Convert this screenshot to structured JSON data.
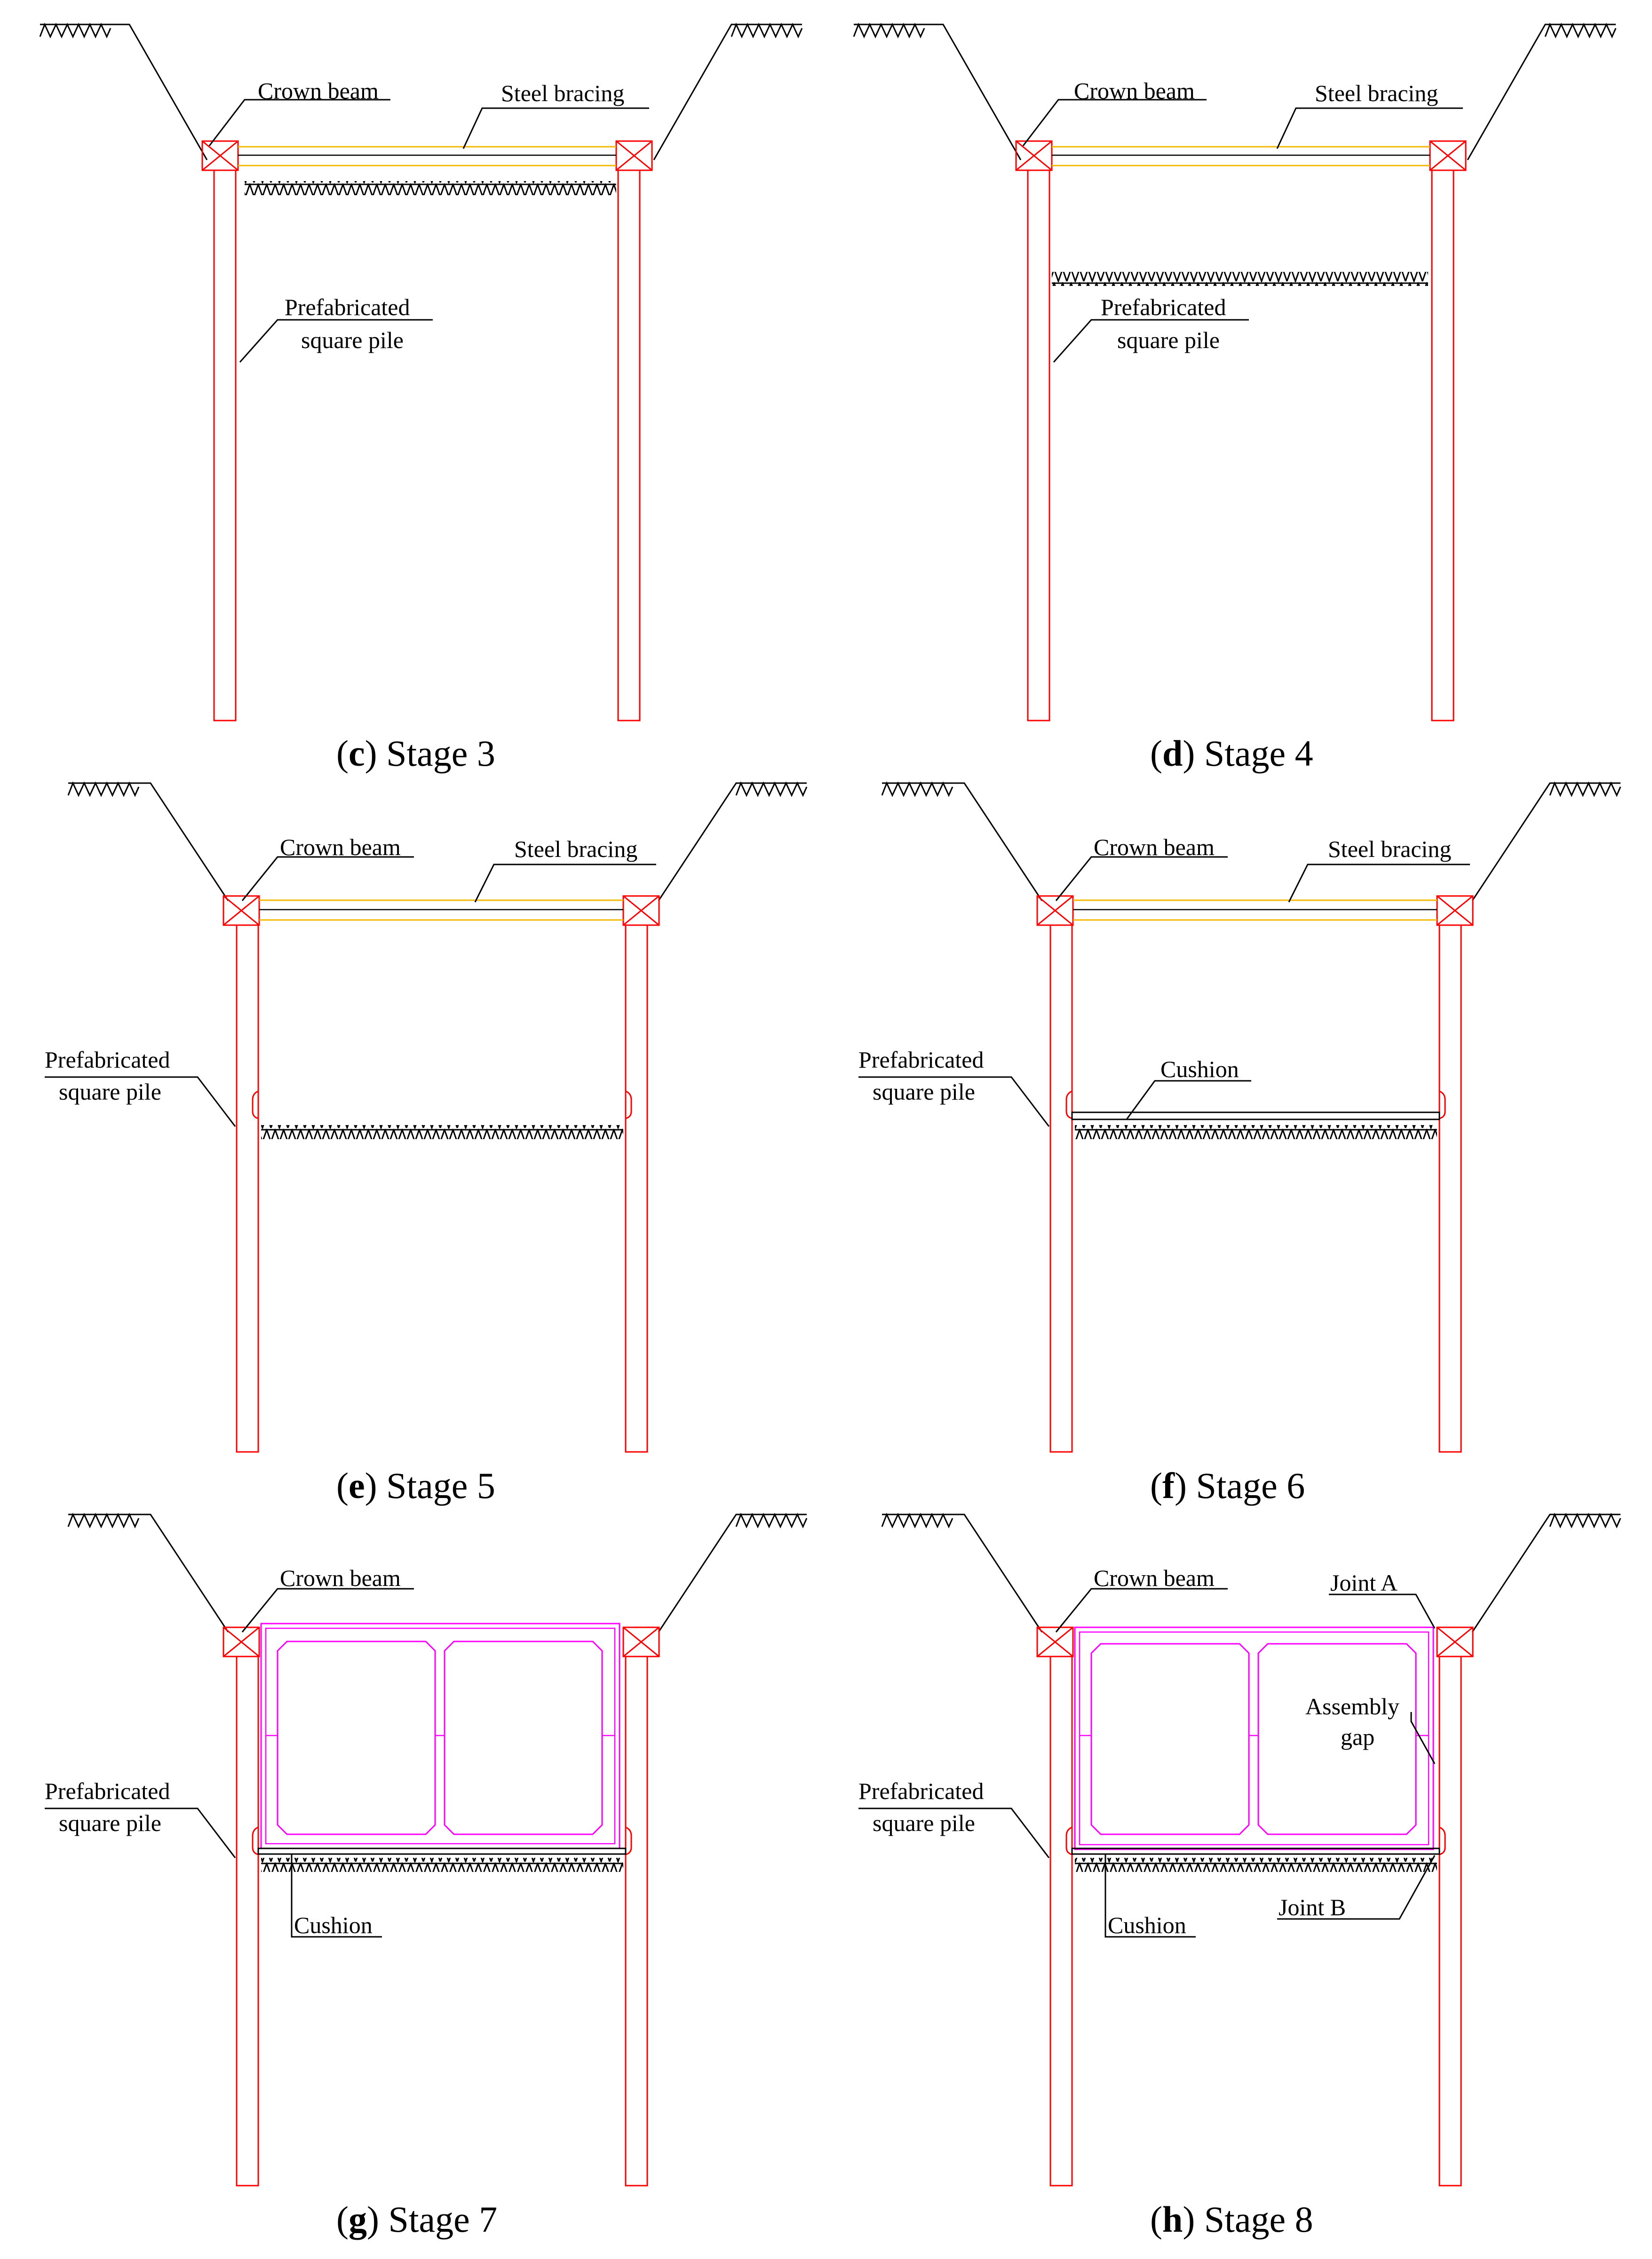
{
  "panels": [
    {
      "id": "c",
      "caption_letter": "c",
      "caption_text": "Stage 3",
      "labels": {
        "crown_beam": "Crown beam",
        "steel_bracing": "Steel bracing",
        "pile_line1": "Prefabricated",
        "pile_line2": "square pile"
      }
    },
    {
      "id": "d",
      "caption_letter": "d",
      "caption_text": "Stage 4",
      "labels": {
        "crown_beam": "Crown beam",
        "steel_bracing": "Steel bracing",
        "pile_line1": "Prefabricated",
        "pile_line2": "square pile"
      }
    },
    {
      "id": "e",
      "caption_letter": "e",
      "caption_text": "Stage 5",
      "labels": {
        "crown_beam": "Crown beam",
        "steel_bracing": "Steel bracing",
        "pile_line1": "Prefabricated",
        "pile_line2": "square pile"
      }
    },
    {
      "id": "f",
      "caption_letter": "f",
      "caption_text": "Stage 6",
      "labels": {
        "crown_beam": "Crown beam",
        "steel_bracing": "Steel bracing",
        "pile_line1": "Prefabricated",
        "pile_line2": "square pile",
        "cushion": "Cushion"
      }
    },
    {
      "id": "g",
      "caption_letter": "g",
      "caption_text": "Stage 7",
      "labels": {
        "crown_beam": "Crown beam",
        "pile_line1": "Prefabricated",
        "pile_line2": "square pile",
        "cushion": "Cushion"
      }
    },
    {
      "id": "h",
      "caption_letter": "h",
      "caption_text": "Stage 8",
      "labels": {
        "crown_beam": "Crown beam",
        "joint_a": "Joint A",
        "assembly_line1": "Assembly",
        "assembly_line2": "gap",
        "pile_line1": "Prefabricated",
        "pile_line2": "square pile",
        "cushion": "Cushion",
        "joint_b": "Joint B"
      }
    }
  ],
  "colors": {
    "pile": "#ff0000",
    "bracing_outer": "#f5b800",
    "culvert": "#ff00ff",
    "ground": "#000000"
  }
}
